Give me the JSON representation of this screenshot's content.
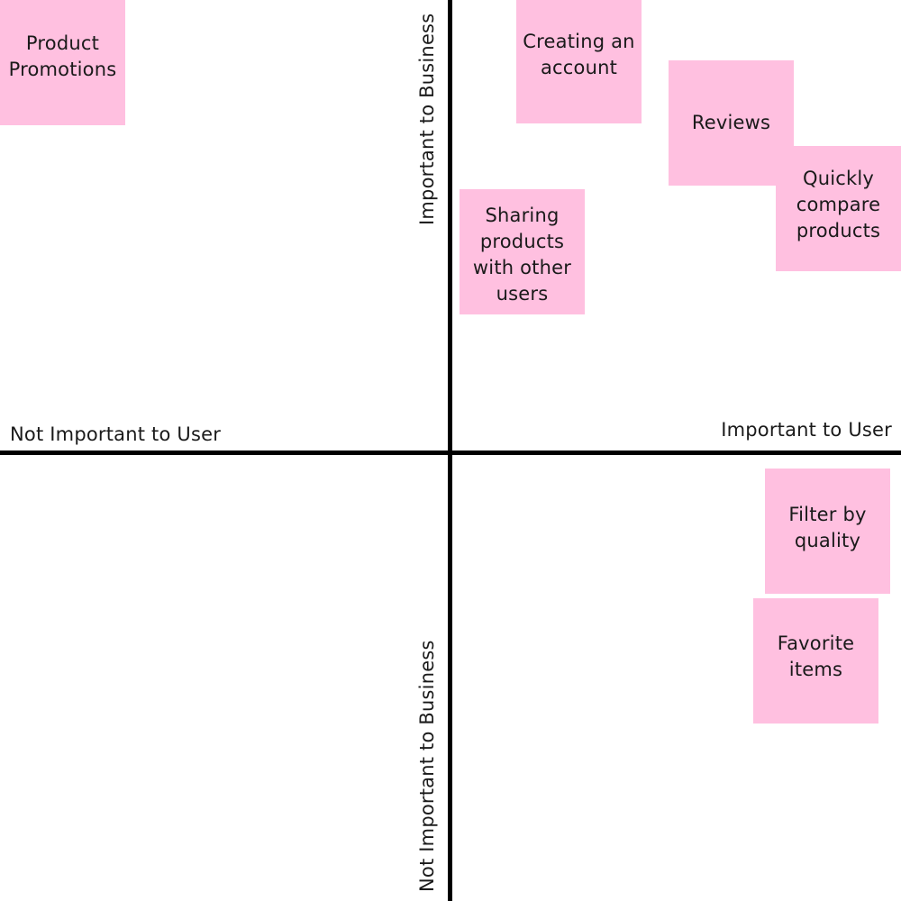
{
  "axes": {
    "x_negative_label": "Not Important to User",
    "x_positive_label": "Important to User",
    "y_positive_label": "Important to Business",
    "y_negative_label": "Not Important to Business"
  },
  "colors": {
    "note_fill": "#ffc0e0",
    "axis_line": "#000000",
    "background": "#ffffff"
  },
  "notes": {
    "product_promotions": "Product Promotions",
    "creating_account": "Creating an account",
    "reviews": "Reviews",
    "quickly_compare": "Quickly compare products",
    "sharing_products": "Sharing products with other users",
    "filter_quality": "Filter by quality",
    "favorite_items": "Favorite items"
  }
}
